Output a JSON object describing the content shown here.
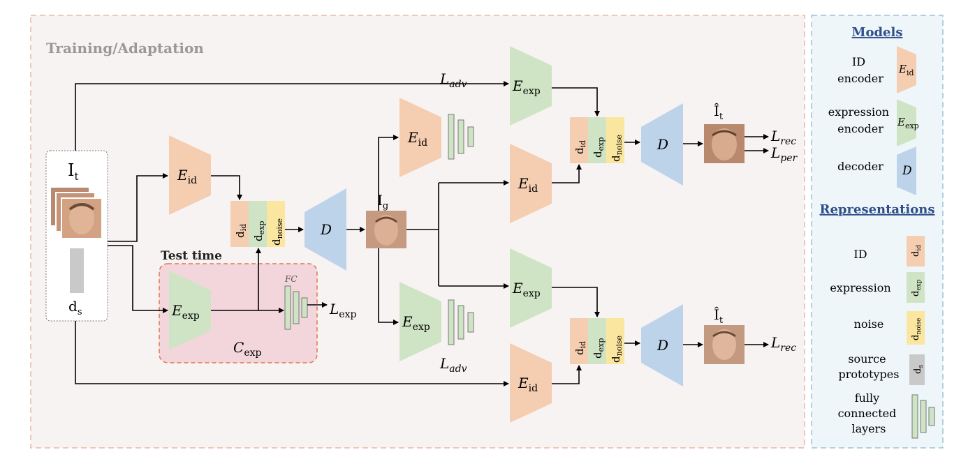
{
  "training": {
    "title": "Training/Adaptation"
  },
  "test": {
    "title": "Test time",
    "classifier": "C",
    "classifier_sub": "exp",
    "fc": "FC"
  },
  "symbols": {
    "E": "E",
    "D": "D",
    "L": "L",
    "d": "d",
    "I": "I",
    "I_hat": "Î",
    "sub_id": "id",
    "sub_exp": "exp",
    "sub_noise": "noise",
    "sub_s": "s",
    "sub_t": "t",
    "sub_g": "g",
    "sub_adv": "adv",
    "sub_rec": "rec",
    "sub_per": "per"
  },
  "legend": {
    "models_title": "Models",
    "id_encoder": [
      "ID",
      "encoder"
    ],
    "expression_encoder": [
      "expression",
      "encoder"
    ],
    "decoder": "decoder",
    "representations_title": "Representations",
    "rep_id": "ID",
    "rep_expression": "expression",
    "rep_noise": "noise",
    "rep_source": [
      "source",
      "prototypes"
    ],
    "rep_fc": [
      "fully",
      "connected",
      "layers"
    ]
  },
  "colors": {
    "id": "#f5cdb0",
    "exp": "#cfe4c4",
    "noise": "#fbe6a0",
    "dec": "#bdd3ea",
    "gray": "#c9c9c9",
    "main_bg": "#f8f3f3",
    "legend_bg": "#eef6fa",
    "test_bg": "#f3d6dc",
    "title_blue": "#2f4f8a"
  }
}
